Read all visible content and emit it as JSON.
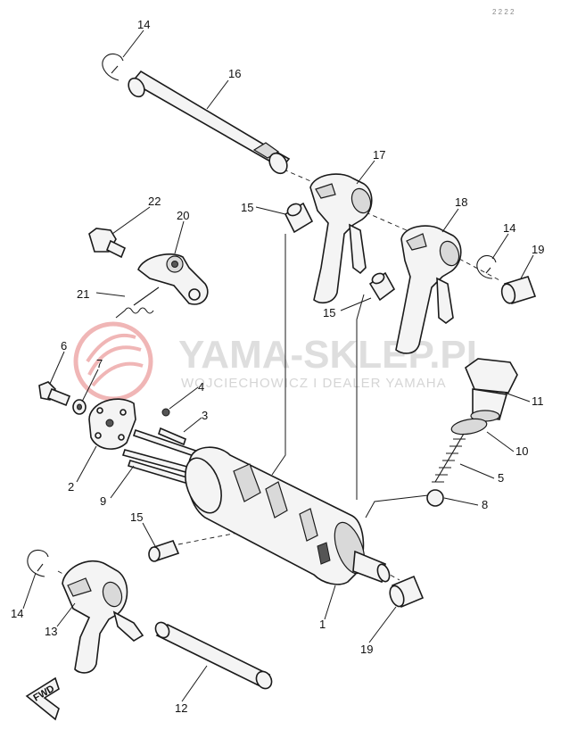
{
  "diagram": {
    "corner_mark": "2 2 2 2",
    "watermark": {
      "brand": "YAMA-SKLEP.PL",
      "subtitle": "WOJCIECHOWICZ I DEALER YAMAHA",
      "logo_color": "#e06060"
    },
    "fwd_label": "FWD",
    "callouts": [
      {
        "id": "c14a",
        "label": "14"
      },
      {
        "id": "c16",
        "label": "16"
      },
      {
        "id": "c17",
        "label": "17"
      },
      {
        "id": "c15a",
        "label": "15"
      },
      {
        "id": "c22",
        "label": "22"
      },
      {
        "id": "c20",
        "label": "20"
      },
      {
        "id": "c18",
        "label": "18"
      },
      {
        "id": "c14b",
        "label": "14"
      },
      {
        "id": "c19a",
        "label": "19"
      },
      {
        "id": "c21",
        "label": "21"
      },
      {
        "id": "c15b",
        "label": "15"
      },
      {
        "id": "c6",
        "label": "6"
      },
      {
        "id": "c7",
        "label": "7"
      },
      {
        "id": "c4",
        "label": "4"
      },
      {
        "id": "c3",
        "label": "3"
      },
      {
        "id": "c11",
        "label": "11"
      },
      {
        "id": "c10",
        "label": "10"
      },
      {
        "id": "c5",
        "label": "5"
      },
      {
        "id": "c2",
        "label": "2"
      },
      {
        "id": "c9",
        "label": "9"
      },
      {
        "id": "c8",
        "label": "8"
      },
      {
        "id": "c15c",
        "label": "15"
      },
      {
        "id": "c14c",
        "label": "14"
      },
      {
        "id": "c13",
        "label": "13"
      },
      {
        "id": "c1",
        "label": "1"
      },
      {
        "id": "c19b",
        "label": "19"
      },
      {
        "id": "c12",
        "label": "12"
      }
    ]
  }
}
